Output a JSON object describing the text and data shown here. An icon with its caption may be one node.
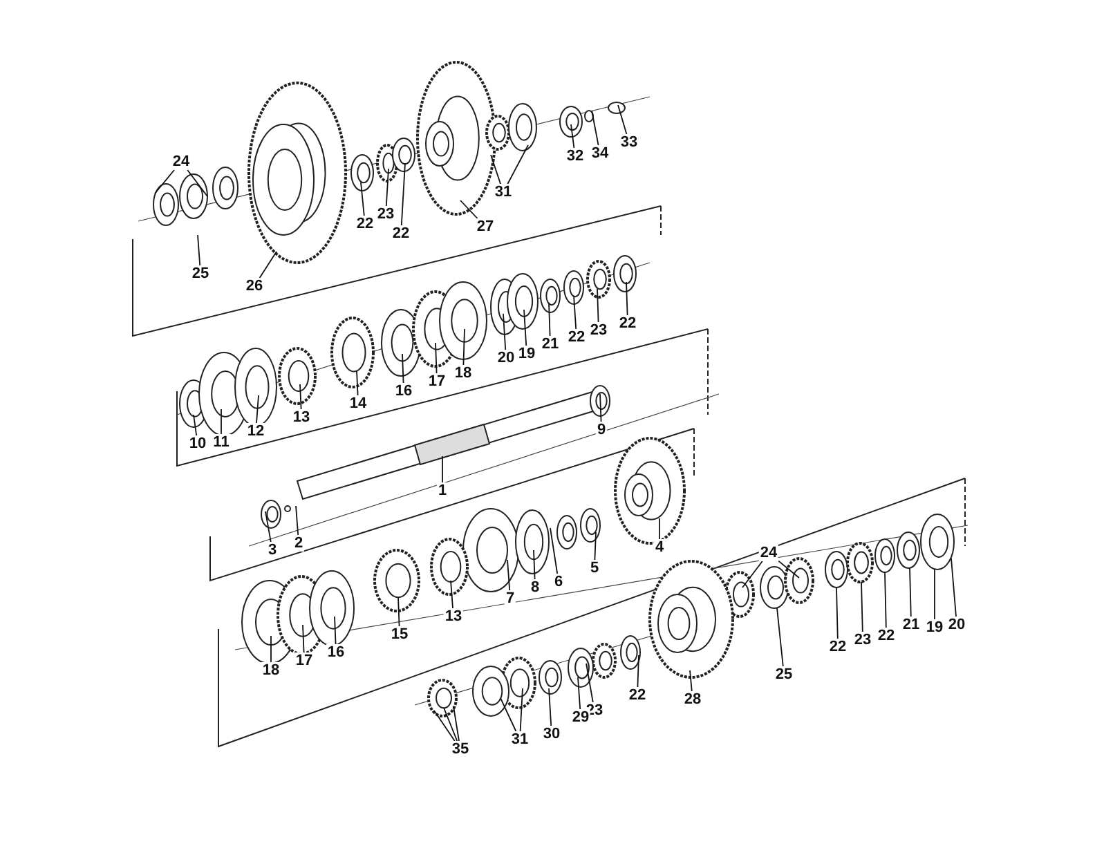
{
  "diagram": {
    "nodes": [
      {
        "text": [
          "24"
        ]
      },
      {
        "text": [
          "25"
        ]
      },
      {
        "text": [
          "26"
        ]
      },
      {
        "text": [
          "22"
        ]
      },
      {
        "text": [
          "23"
        ]
      },
      {
        "text": [
          "22"
        ]
      },
      {
        "text": [
          "27"
        ]
      },
      {
        "text": [
          "31"
        ]
      },
      {
        "text": [
          "32"
        ]
      },
      {
        "text": [
          "34"
        ]
      },
      {
        "text": [
          "33"
        ]
      },
      {
        "text": [
          "20"
        ]
      },
      {
        "text": [
          "19"
        ]
      },
      {
        "text": [
          "21"
        ]
      },
      {
        "text": [
          "22"
        ]
      },
      {
        "text": [
          "23"
        ]
      },
      {
        "text": [
          "22"
        ]
      },
      {
        "text": [
          "18"
        ]
      },
      {
        "text": [
          "17"
        ]
      },
      {
        "text": [
          "16"
        ]
      },
      {
        "text": [
          "14"
        ]
      },
      {
        "text": [
          "13"
        ]
      },
      {
        "text": [
          "12"
        ]
      },
      {
        "text": [
          "11"
        ]
      },
      {
        "text": [
          "10"
        ]
      },
      {
        "text": [
          "9"
        ]
      },
      {
        "text": [
          "1"
        ]
      },
      {
        "text": [
          "3"
        ]
      },
      {
        "text": [
          "2"
        ]
      },
      {
        "text": [
          "4"
        ]
      },
      {
        "text": [
          "5"
        ]
      },
      {
        "text": [
          "6"
        ]
      },
      {
        "text": [
          "7"
        ]
      },
      {
        "text": [
          "8"
        ]
      },
      {
        "text": [
          "18"
        ]
      },
      {
        "text": [
          "17"
        ]
      },
      {
        "text": [
          "16"
        ]
      },
      {
        "text": [
          "15"
        ]
      },
      {
        "text": [
          "13"
        ]
      },
      {
        "text": [
          "24"
        ]
      },
      {
        "text": [
          "25"
        ]
      },
      {
        "text": [
          "22"
        ]
      },
      {
        "text": [
          "23"
        ]
      },
      {
        "text": [
          "22"
        ]
      },
      {
        "text": [
          "21"
        ]
      },
      {
        "text": [
          "19"
        ]
      },
      {
        "text": [
          "20"
        ]
      },
      {
        "text": [
          "28"
        ]
      },
      {
        "text": [
          "22"
        ]
      },
      {
        "text": [
          "23"
        ]
      },
      {
        "text": [
          "29"
        ]
      },
      {
        "text": [
          "30"
        ]
      },
      {
        "text": [
          "31"
        ]
      },
      {
        "text": [
          "35"
        ]
      }
    ],
    "edges": [
      {
        "from": 0,
        "to": null,
        "arrow": "none"
      },
      {
        "from": 0,
        "to": null,
        "arrow": "none"
      },
      {
        "from": 1,
        "to": null,
        "arrow": "none"
      },
      {
        "from": 2,
        "to": null,
        "arrow": "none"
      },
      {
        "from": 3,
        "to": null,
        "arrow": "none"
      },
      {
        "from": 4,
        "to": null,
        "arrow": "none"
      },
      {
        "from": 5,
        "to": null,
        "arrow": "none"
      },
      {
        "from": 6,
        "to": null,
        "arrow": "none"
      },
      {
        "from": 7,
        "to": null,
        "arrow": "none"
      },
      {
        "from": 7,
        "to": null,
        "arrow": "none"
      },
      {
        "from": 8,
        "to": null,
        "arrow": "none"
      },
      {
        "from": 9,
        "to": null,
        "arrow": "none"
      },
      {
        "from": 10,
        "to": null,
        "arrow": "none"
      },
      {
        "from": 11,
        "to": null,
        "arrow": "none"
      },
      {
        "from": 12,
        "to": null,
        "arrow": "none"
      },
      {
        "from": 13,
        "to": null,
        "arrow": "none"
      },
      {
        "from": 14,
        "to": null,
        "arrow": "none"
      },
      {
        "from": 15,
        "to": null,
        "arrow": "none"
      },
      {
        "from": 16,
        "to": null,
        "arrow": "none"
      },
      {
        "from": 17,
        "to": null,
        "arrow": "none"
      },
      {
        "from": 18,
        "to": null,
        "arrow": "none"
      },
      {
        "from": 19,
        "to": null,
        "arrow": "none"
      },
      {
        "from": 20,
        "to": null,
        "arrow": "none"
      },
      {
        "from": 21,
        "to": null,
        "arrow": "none"
      },
      {
        "from": 22,
        "to": null,
        "arrow": "none"
      },
      {
        "from": 23,
        "to": null,
        "arrow": "none"
      },
      {
        "from": 24,
        "to": null,
        "arrow": "none"
      },
      {
        "from": 25,
        "to": null,
        "arrow": "none"
      },
      {
        "from": 26,
        "to": null,
        "arrow": "none"
      },
      {
        "from": 27,
        "to": null,
        "arrow": "none"
      },
      {
        "from": 28,
        "to": null,
        "arrow": "none"
      },
      {
        "from": 29,
        "to": null,
        "arrow": "none"
      },
      {
        "from": 30,
        "to": null,
        "arrow": "none"
      },
      {
        "from": 31,
        "to": null,
        "arrow": "none"
      },
      {
        "from": 32,
        "to": null,
        "arrow": "none"
      },
      {
        "from": 33,
        "to": null,
        "arrow": "none"
      },
      {
        "from": 34,
        "to": null,
        "arrow": "none"
      },
      {
        "from": 35,
        "to": null,
        "arrow": "none"
      },
      {
        "from": 36,
        "to": null,
        "arrow": "none"
      },
      {
        "from": 37,
        "to": null,
        "arrow": "none"
      },
      {
        "from": 38,
        "to": null,
        "arrow": "none"
      },
      {
        "from": 39,
        "to": null,
        "arrow": "none"
      },
      {
        "from": 39,
        "to": null,
        "arrow": "none"
      },
      {
        "from": 40,
        "to": null,
        "arrow": "none"
      },
      {
        "from": 41,
        "to": null,
        "arrow": "none"
      },
      {
        "from": 42,
        "to": null,
        "arrow": "none"
      },
      {
        "from": 43,
        "to": null,
        "arrow": "none"
      },
      {
        "from": 44,
        "to": null,
        "arrow": "none"
      },
      {
        "from": 45,
        "to": null,
        "arrow": "none"
      },
      {
        "from": 46,
        "to": null,
        "arrow": "none"
      },
      {
        "from": 47,
        "to": null,
        "arrow": "none"
      },
      {
        "from": 48,
        "to": null,
        "arrow": "none"
      },
      {
        "from": 49,
        "to": null,
        "arrow": "none"
      },
      {
        "from": 50,
        "to": null,
        "arrow": "none"
      },
      {
        "from": 51,
        "to": null,
        "arrow": "none"
      },
      {
        "from": 52,
        "to": null,
        "arrow": "none"
      },
      {
        "from": 52,
        "to": null,
        "arrow": "none"
      },
      {
        "from": 53,
        "to": null,
        "arrow": "none"
      },
      {
        "from": 53,
        "to": null,
        "arrow": "none"
      },
      {
        "from": 53,
        "to": null,
        "arrow": "none"
      }
    ]
  }
}
